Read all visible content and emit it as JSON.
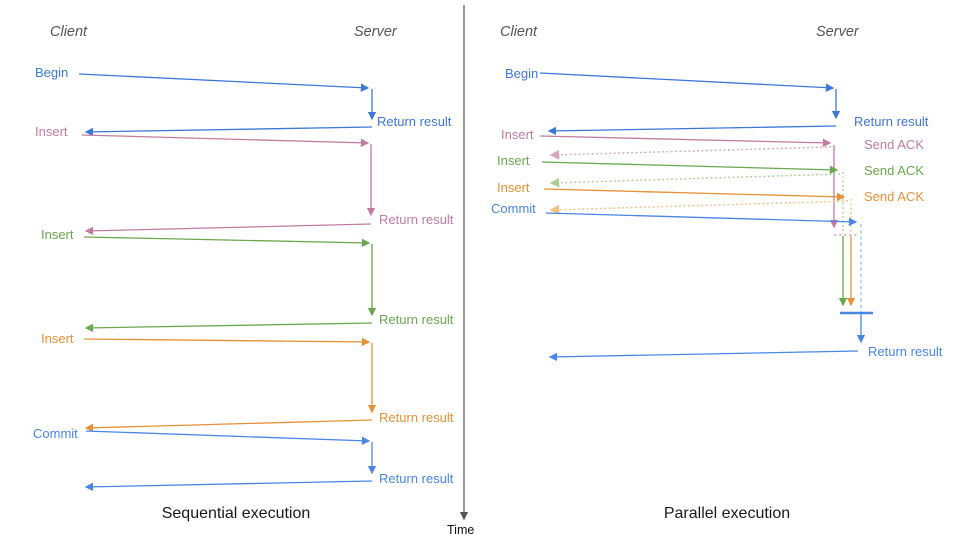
{
  "colors": {
    "begin_blue": "#3c78d8",
    "commit_blue": "#4a86e8",
    "insert_pink": "#c27ba0",
    "insert_green": "#6aa84f",
    "insert_orange": "#e69138",
    "ack_pink_light": "#d5a6bd",
    "ack_green_light": "#a9cf94",
    "ack_orange_light": "#f1bf82",
    "wait_blue_light": "#9fc0f5",
    "axis_gray": "#555555"
  },
  "left_panel": {
    "client_header": "Client",
    "server_header": "Server",
    "title": "Sequential execution",
    "ops": [
      {
        "label": "Begin"
      },
      {
        "label": "Insert"
      },
      {
        "label": "Insert"
      },
      {
        "label": "Insert"
      },
      {
        "label": "Commit"
      }
    ],
    "returns": [
      "Return result",
      "Return result",
      "Return result",
      "Return result",
      "Return result"
    ]
  },
  "right_panel": {
    "client_header": "Client",
    "server_header": "Server",
    "title": "Parallel execution",
    "ops": [
      {
        "label": "Begin"
      },
      {
        "label": "Insert"
      },
      {
        "label": "Insert"
      },
      {
        "label": "Insert"
      },
      {
        "label": "Commit"
      }
    ],
    "acks": [
      "Send ACK",
      "Send ACK",
      "Send ACK"
    ],
    "return_top": "Return result",
    "return_bottom": "Return result"
  },
  "timeline": {
    "label": "Time"
  }
}
